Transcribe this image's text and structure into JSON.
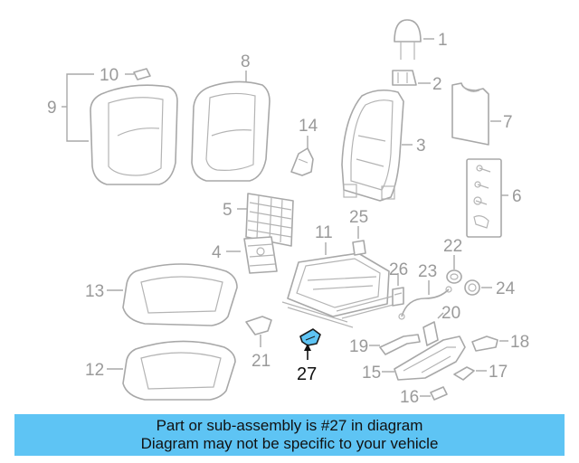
{
  "callouts": {
    "c1": "1",
    "c2": "2",
    "c3": "3",
    "c4": "4",
    "c5": "5",
    "c6": "6",
    "c7": "7",
    "c8": "8",
    "c9": "9",
    "c10": "10",
    "c11": "11",
    "c12": "12",
    "c13": "13",
    "c14": "14",
    "c15": "15",
    "c16": "16",
    "c17": "17",
    "c18": "18",
    "c19": "19",
    "c20": "20",
    "c21": "21",
    "c22": "22",
    "c23": "23",
    "c24": "24",
    "c25": "25",
    "c26": "26",
    "c27": "27"
  },
  "highlight": {
    "part_number": "27",
    "color": "#5ec4f4"
  },
  "banner": {
    "line1": "Part or sub-assembly is #27 in diagram",
    "line2": "Diagram may not be specific to your vehicle",
    "color": "#5ec4f4"
  }
}
